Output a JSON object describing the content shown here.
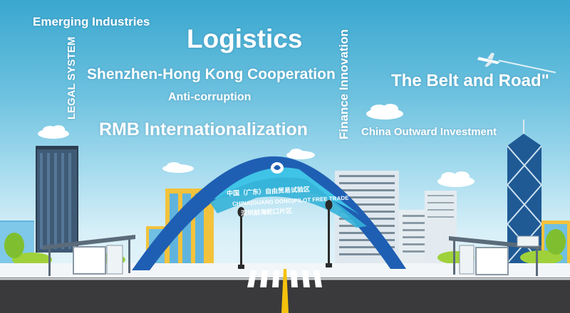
{
  "words": {
    "emerging": "Emerging Industries",
    "logistics": "Logistics",
    "szhk": "Shenzhen-Hong Kong Cooperation",
    "anti_corruption": "Anti-corruption",
    "rmb": "RMB Internationalization",
    "legal": "LEGAL SYSTEM",
    "finance": "Finance Innovation",
    "belt_road": "The Belt and Road\"",
    "outward": "China Outward Investment"
  },
  "arch": {
    "line1": "中国（广东）自由贸易试验区",
    "line2": "CHINA(GUANG DONG)PILOT FREE TRADE",
    "line3": "深圳前海蛇口片区"
  },
  "colors": {
    "sky_top": "#3aa7cf",
    "arch_blue": "#1f5fb3",
    "arch_cyan": "#3fc3e6",
    "road": "#3a3a3c",
    "crosswalk": "#ffffff",
    "center_line": "#f4c20d"
  }
}
